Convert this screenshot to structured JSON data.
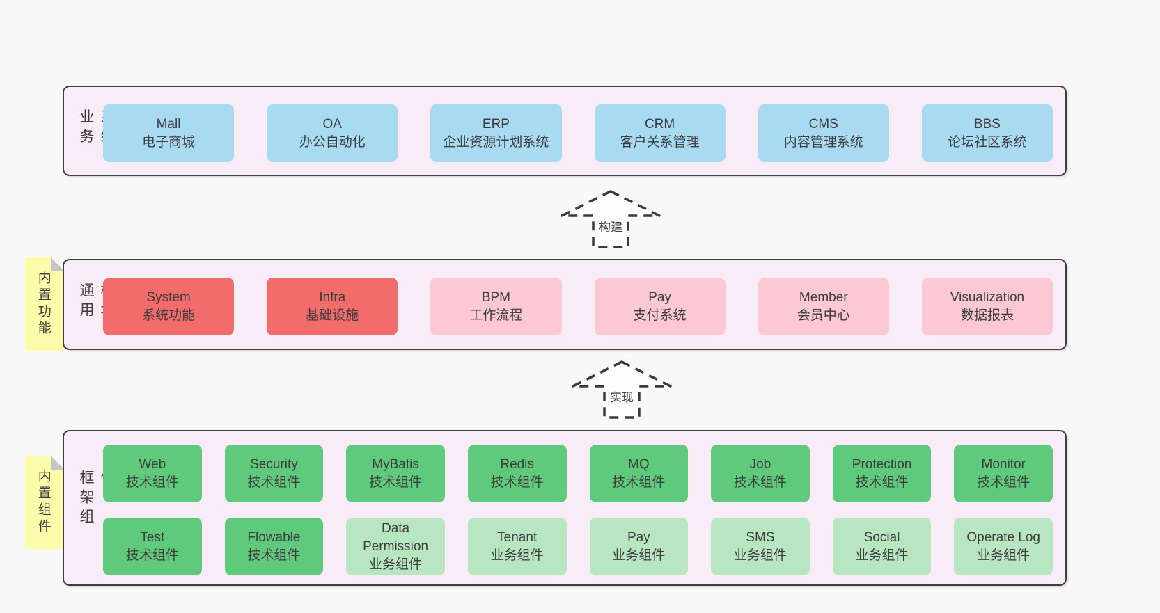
{
  "colors": {
    "page_bg": "#f8f8f8",
    "panel_bg": "#f8edf7",
    "panel_border": "#3f3f3f",
    "box_blue": "#a8dbf2",
    "box_red": "#f26c6c",
    "box_pink": "#fbc8d3",
    "box_green": "#5fc97c",
    "box_green_light": "#b7e6c0",
    "note_yellow": "#fdfcab",
    "note_fold_gray": "#c6c6c6",
    "text": "#3d3d3d"
  },
  "business_layer": {
    "side_label": "业务系统",
    "boxes": [
      {
        "title": "Mall",
        "subtitle": "电子商城",
        "variant": "blue"
      },
      {
        "title": "OA",
        "subtitle": "办公自动化",
        "variant": "blue"
      },
      {
        "title": "ERP",
        "subtitle": "企业资源计划系统",
        "variant": "blue"
      },
      {
        "title": "CRM",
        "subtitle": "客户关系管理",
        "variant": "blue"
      },
      {
        "title": "CMS",
        "subtitle": "内容管理系统",
        "variant": "blue"
      },
      {
        "title": "BBS",
        "subtitle": "论坛社区系统",
        "variant": "blue"
      }
    ]
  },
  "arrow_build": {
    "label": "构建"
  },
  "module_layer": {
    "side_label": "通用模块",
    "note": "内置功能",
    "boxes": [
      {
        "title": "System",
        "subtitle": "系统功能",
        "variant": "red"
      },
      {
        "title": "Infra",
        "subtitle": "基础设施",
        "variant": "red"
      },
      {
        "title": "BPM",
        "subtitle": "工作流程",
        "variant": "pink"
      },
      {
        "title": "Pay",
        "subtitle": "支付系统",
        "variant": "pink"
      },
      {
        "title": "Member",
        "subtitle": "会员中心",
        "variant": "pink"
      },
      {
        "title": "Visualization",
        "subtitle": "数据报表",
        "variant": "pink"
      }
    ]
  },
  "arrow_implement": {
    "label": "实现"
  },
  "framework_layer": {
    "side_label": "框架组件",
    "note": "内置组件",
    "row1": [
      {
        "title": "Web",
        "subtitle": "技术组件",
        "variant": "green"
      },
      {
        "title": "Security",
        "subtitle": "技术组件",
        "variant": "green"
      },
      {
        "title": "MyBatis",
        "subtitle": "技术组件",
        "variant": "green"
      },
      {
        "title": "Redis",
        "subtitle": "技术组件",
        "variant": "green"
      },
      {
        "title": "MQ",
        "subtitle": "技术组件",
        "variant": "green"
      },
      {
        "title": "Job",
        "subtitle": "技术组件",
        "variant": "green"
      },
      {
        "title": "Protection",
        "subtitle": "技术组件",
        "variant": "green"
      },
      {
        "title": "Monitor",
        "subtitle": "技术组件",
        "variant": "green"
      }
    ],
    "row2": [
      {
        "title": "Test",
        "subtitle": "技术组件",
        "variant": "green"
      },
      {
        "title": "Flowable",
        "subtitle": "技术组件",
        "variant": "green"
      },
      {
        "title": "Data Permission",
        "subtitle": "业务组件",
        "variant": "green-light"
      },
      {
        "title": "Tenant",
        "subtitle": "业务组件",
        "variant": "green-light"
      },
      {
        "title": "Pay",
        "subtitle": "业务组件",
        "variant": "green-light"
      },
      {
        "title": "SMS",
        "subtitle": "业务组件",
        "variant": "green-light"
      },
      {
        "title": "Social",
        "subtitle": "业务组件",
        "variant": "green-light"
      },
      {
        "title": "Operate Log",
        "subtitle": "业务组件",
        "variant": "green-light"
      }
    ]
  }
}
